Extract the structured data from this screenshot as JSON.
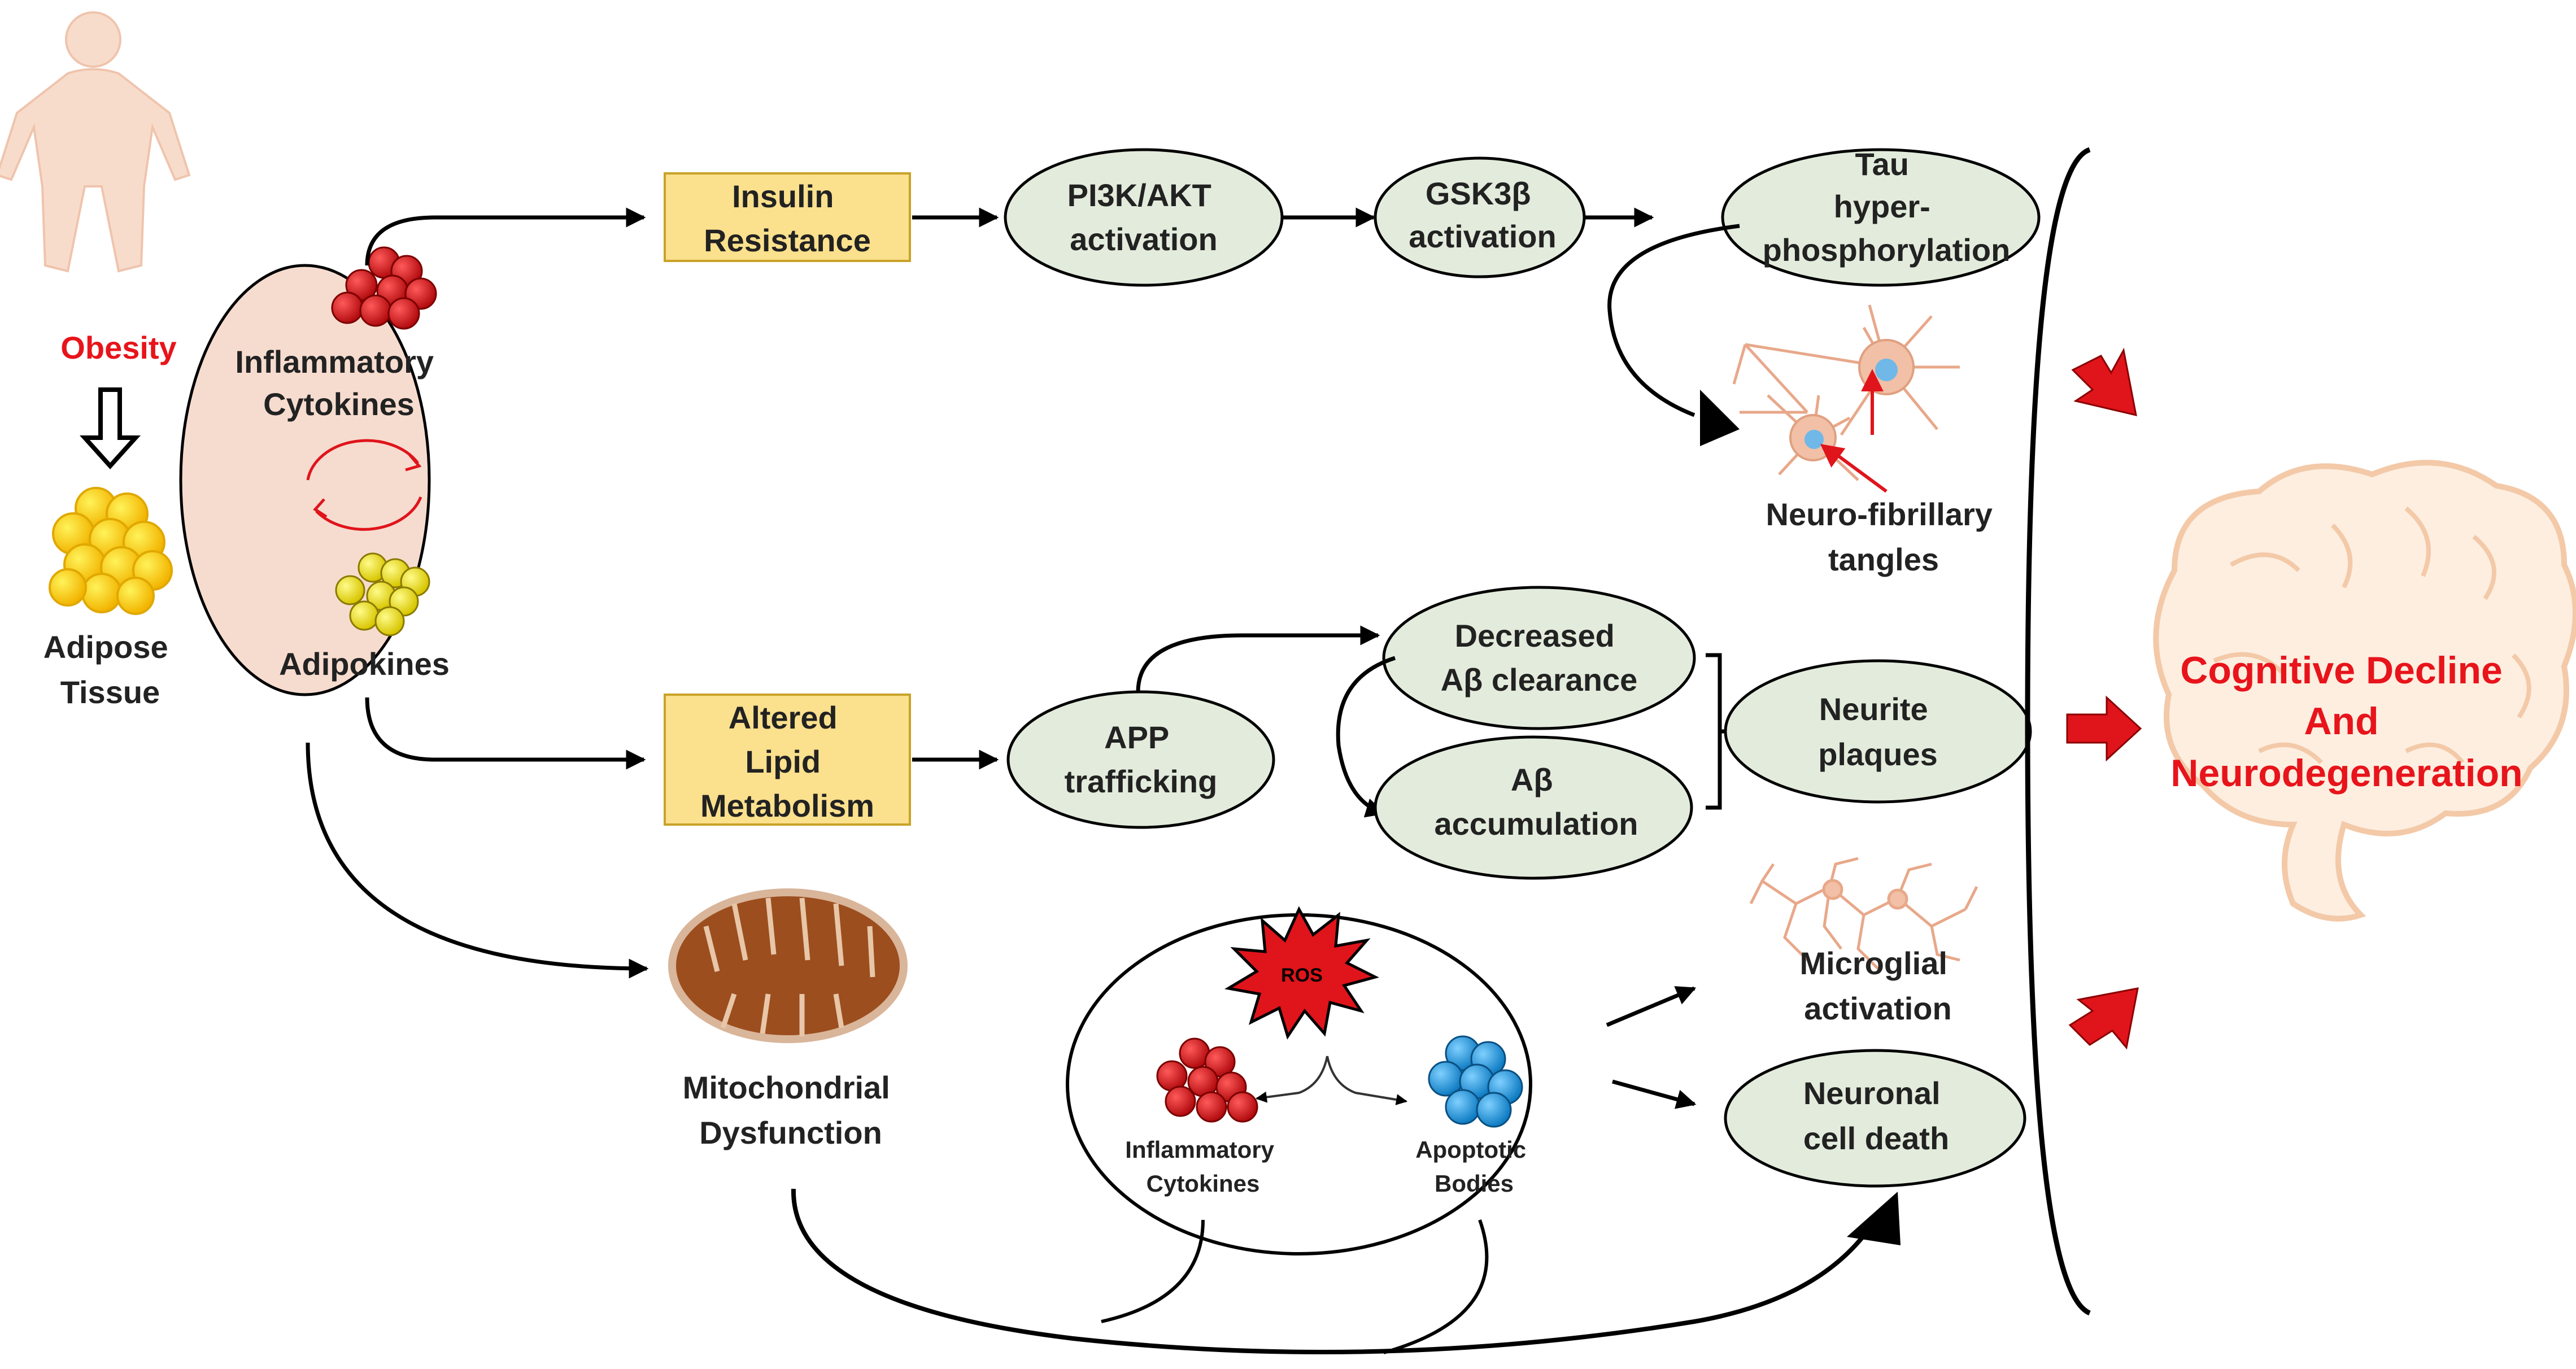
{
  "left": {
    "obesity": "Obesity",
    "adipose": [
      "Adipose",
      "Tissue"
    ]
  },
  "hub": {
    "cytokines": [
      "Inflammatory",
      "Cytokines"
    ],
    "adipokines": "Adipokines"
  },
  "row1": {
    "insulin": [
      "Insulin",
      "Resistance"
    ],
    "pi3k": [
      "PI3K/AKT",
      "activation"
    ],
    "gsk": [
      "GSK3β",
      "activation"
    ],
    "tau": [
      "Tau",
      "hyper-",
      "phosphorylation"
    ],
    "tangles": [
      "Neuro-fibrillary",
      "tangles"
    ]
  },
  "row2": {
    "lipid": [
      "Altered",
      "Lipid",
      "Metabolism"
    ],
    "app": [
      "APP",
      "trafficking"
    ],
    "clearance": [
      "Decreased",
      "Aβ clearance"
    ],
    "accumulation": [
      "Aβ",
      "accumulation"
    ],
    "plaques": [
      "Neurite",
      "plaques"
    ]
  },
  "row3": {
    "mito": [
      "Mitochondrial",
      "Dysfunction"
    ],
    "ros": "ROS",
    "inner_cytokines": [
      "Inflammatory",
      "Cytokines"
    ],
    "apoptotic": [
      "Apoptotic",
      "Bodies"
    ],
    "microglia": [
      "Microglial",
      "activation"
    ],
    "neuronal": [
      "Neuronal",
      "cell death"
    ]
  },
  "outcome": [
    "Cognitive Decline",
    "And",
    "Neurodegeneration"
  ],
  "colors": {
    "red_text": "#e8141b",
    "box_fill": "#fbe08d",
    "box_stroke": "#c9a227",
    "ellipse_fill": "#e3ecdc",
    "hub_fill": "#f6dccf",
    "cytokine_red": "#e0141b",
    "adipokine_yellow": "#f4ea12",
    "apoptotic_blue": "#1e9be0",
    "mito_brown": "#9c4e1e"
  },
  "icons": [
    "human-body-icon",
    "hollow-down-arrow-icon",
    "adipose-cells-icon",
    "cycle-arrows-icon",
    "neuron-icon",
    "microglia-icon",
    "mitochondria-icon",
    "ros-burst-icon",
    "brain-icon",
    "outcome-arrow-icon"
  ]
}
